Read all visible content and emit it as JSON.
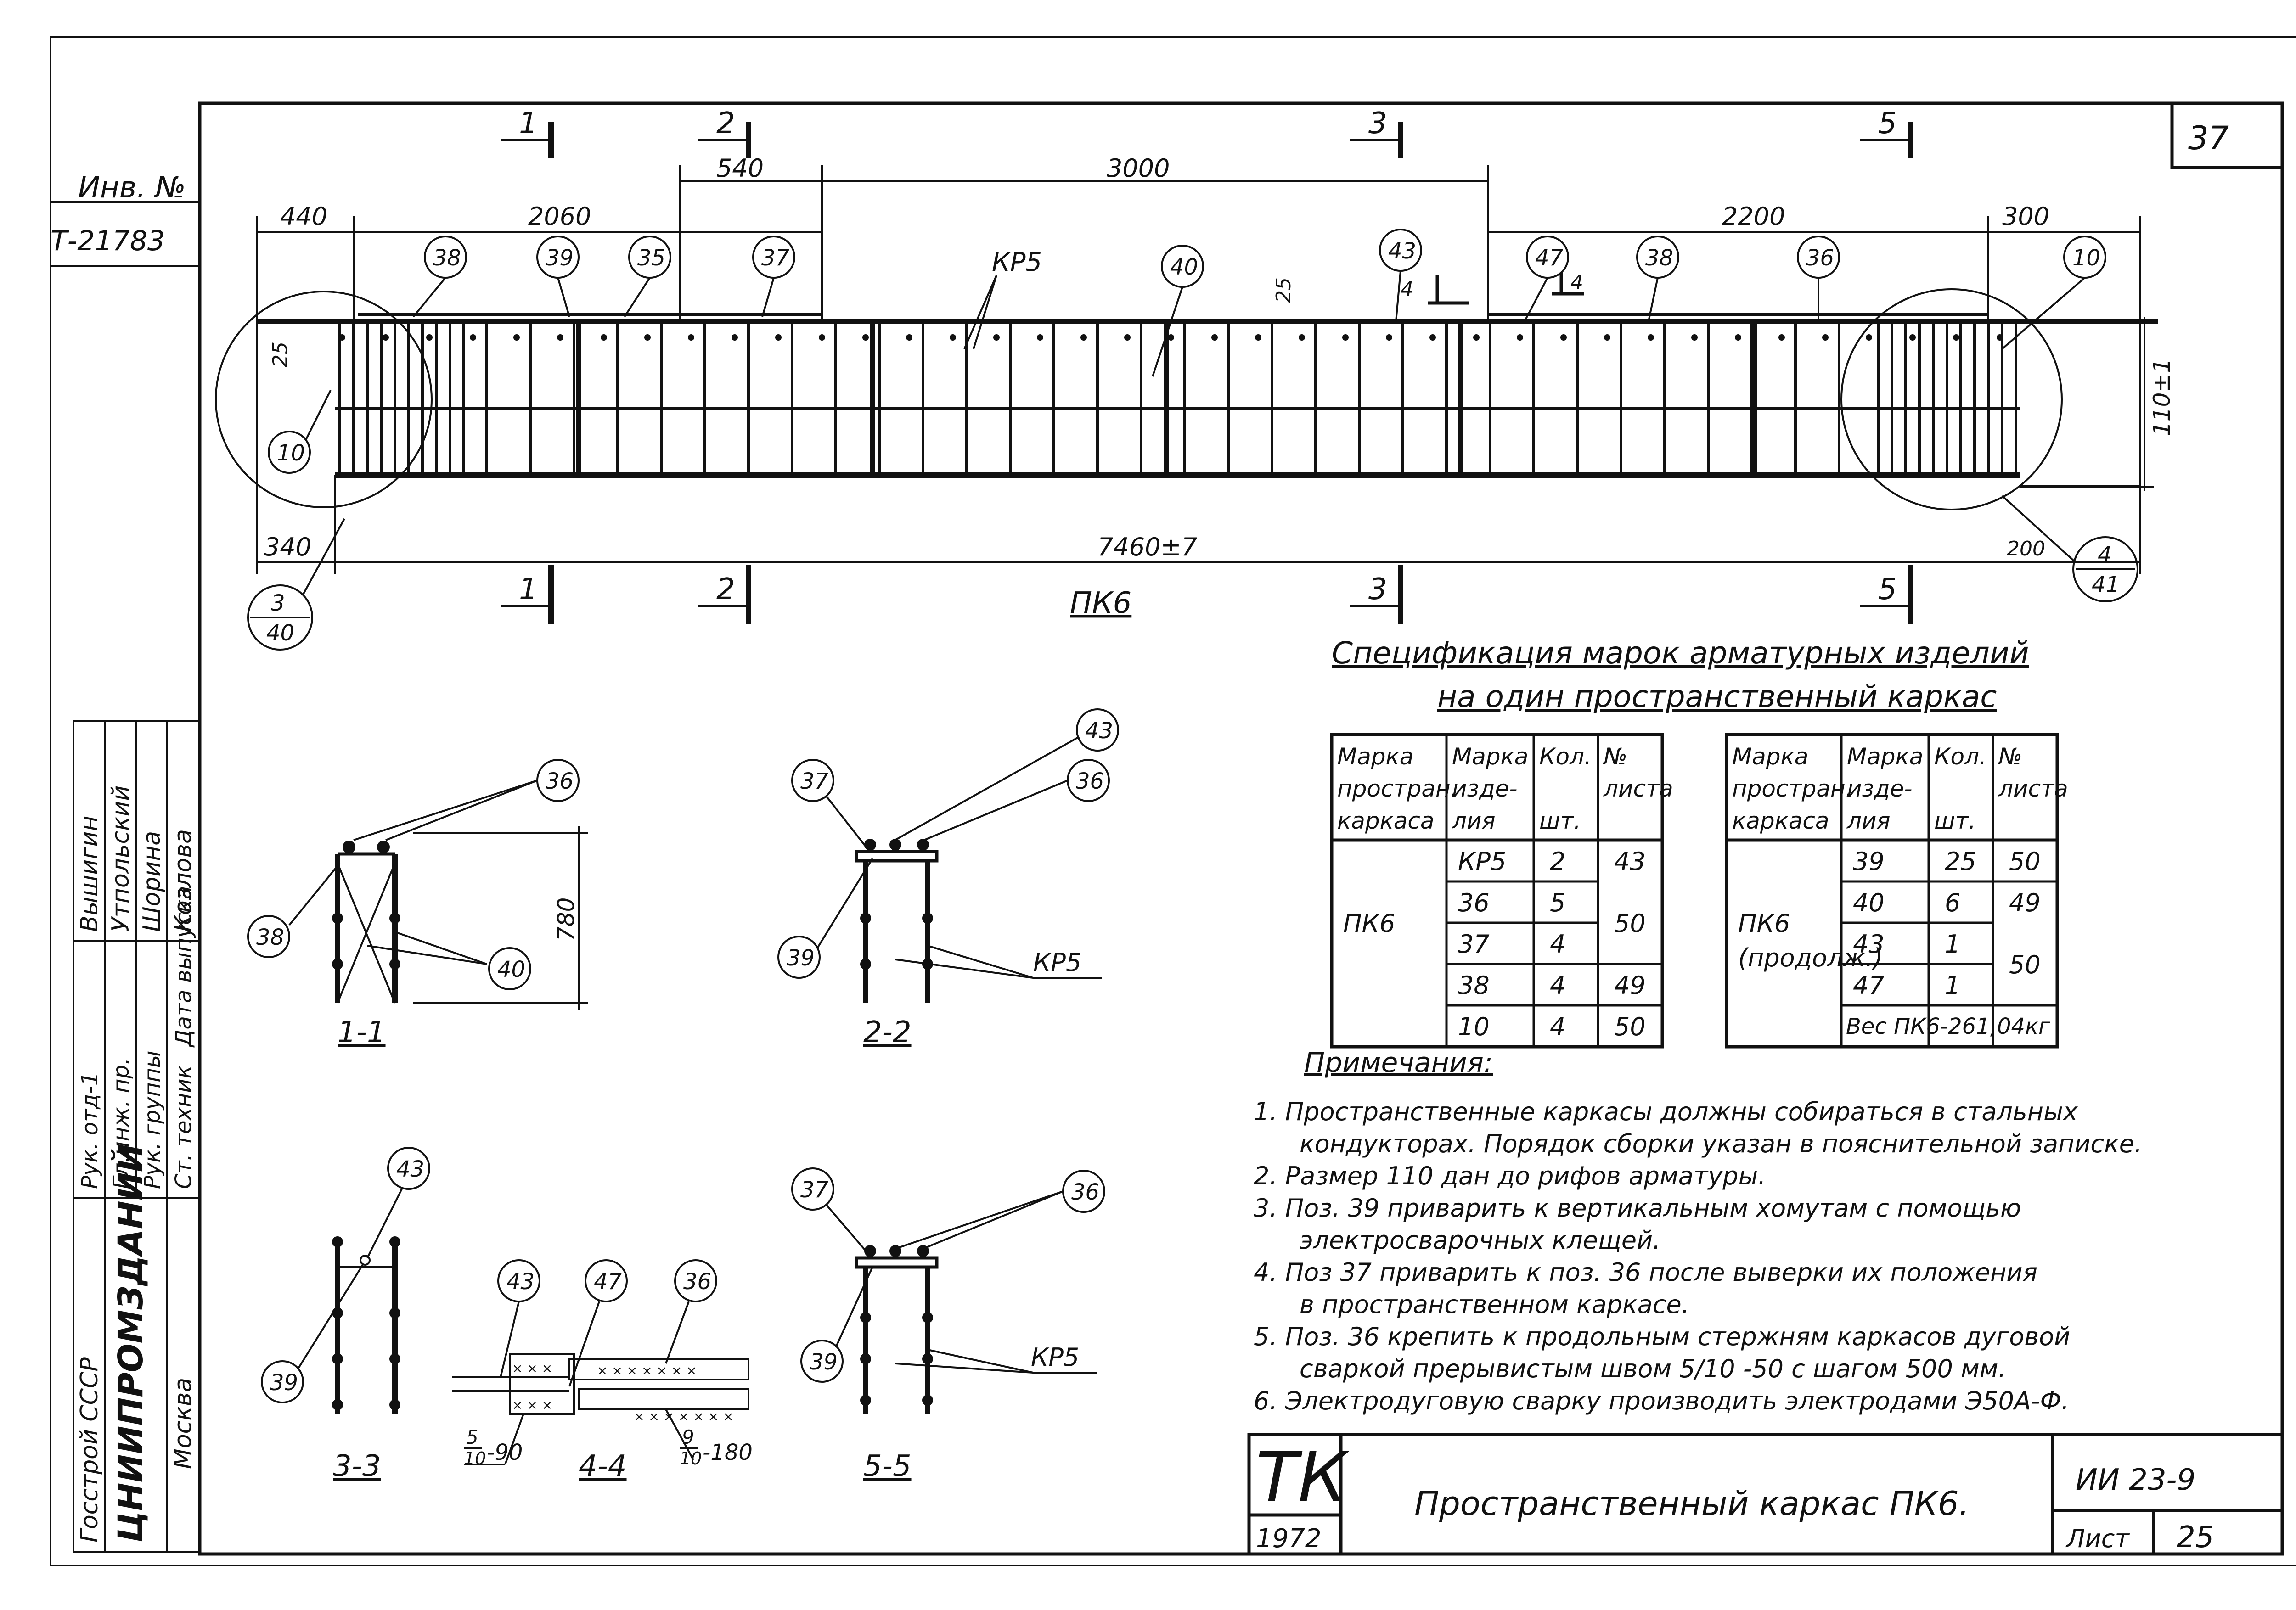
{
  "sheet_number": "37",
  "side_stamp": {
    "inv_label": "Инв. №",
    "inv_value": "Т-21783",
    "people": [
      "Вышигин",
      "Утпольский",
      "Шорина",
      "Козлова"
    ],
    "roles": [
      "Рук. отд-1",
      "Гл.инж. пр.",
      "Рук. группы",
      "Ст. техник",
      "Дата выпуска"
    ],
    "org": [
      "Госстрой СССР",
      "ЦНИИПРОМЗДАНИЙ",
      "Москва"
    ]
  },
  "elevation": {
    "dims_top": [
      "440",
      "2060",
      "540",
      "3000",
      "2200",
      "300"
    ],
    "dims_bottom": [
      "340",
      "7460±7",
      "200"
    ],
    "dim_side": "110±1",
    "dim_25_left": "25",
    "dim_25_mid": "25",
    "label": "ПК6",
    "kr_label": "КР5",
    "cut_marks": [
      "1",
      "2",
      "3",
      "5"
    ],
    "section_mark_4": "4",
    "callouts": [
      "38",
      "39",
      "35",
      "37",
      "40",
      "43",
      "47",
      "38",
      "36",
      "10",
      "10"
    ],
    "detail_left": {
      "top": "3",
      "bottom": "40"
    },
    "detail_right": {
      "top": "4",
      "bottom": "41"
    }
  },
  "sections": {
    "s11": {
      "title": "1-1",
      "callouts": [
        "36",
        "38",
        "40"
      ],
      "dim": "780"
    },
    "s22": {
      "title": "2-2",
      "callouts": [
        "37",
        "43",
        "36",
        "39"
      ],
      "kr": "КР5"
    },
    "s33": {
      "title": "3-3",
      "callouts": [
        "43",
        "39"
      ]
    },
    "s44": {
      "title": "4-4",
      "callouts": [
        "43",
        "47",
        "36"
      ],
      "weld1_num": "5",
      "weld1_den": "10",
      "weld1_len": "-90",
      "weld2_num": "9",
      "weld2_den": "10",
      "weld2_len": "-180"
    },
    "s55": {
      "title": "5-5",
      "callouts": [
        "37",
        "36",
        "39"
      ],
      "kr": "КР5"
    }
  },
  "spec": {
    "title_line1": "Спецификация марок арматурных изделий",
    "title_line2": "на один пространственный каркас",
    "headers": [
      [
        "Марка",
        "простран.",
        "каркаса"
      ],
      [
        "Марка",
        "изде-",
        "лия"
      ],
      [
        "Кол.",
        "",
        "шт."
      ],
      [
        "№",
        "листа",
        ""
      ]
    ],
    "left_rows": [
      {
        "item": "КР5",
        "qty": "2",
        "sheet": "43"
      },
      {
        "item": "36",
        "qty": "5",
        "sheet": ""
      },
      {
        "item": "37",
        "qty": "4",
        "sheet": "50"
      },
      {
        "item": "38",
        "qty": "4",
        "sheet": "49"
      },
      {
        "item": "10",
        "qty": "4",
        "sheet": "50"
      }
    ],
    "left_frame": "ПК6",
    "right_rows": [
      {
        "item": "39",
        "qty": "25",
        "sheet": "50"
      },
      {
        "item": "40",
        "qty": "6",
        "sheet": "49"
      },
      {
        "item": "43",
        "qty": "1",
        "sheet": ""
      },
      {
        "item": "47",
        "qty": "1",
        "sheet": "50"
      }
    ],
    "right_frame": [
      "ПК6",
      "(продолж.)"
    ],
    "weight": "Вес ПК6-261,04кг"
  },
  "notes": {
    "title": "Примечания:",
    "items": [
      "1. Пространственные каркасы должны собираться в стальных",
      "кондукторах. Порядок сборки указан в пояснительной записке.",
      "2. Размер 110 дан до рифов арматуры.",
      "3. Поз. 39 приварить к вертикальным хомутам с помощью",
      "электросварочных клещей.",
      "4. Поз 37 приварить к поз. 36 после выверки их положения",
      "в пространственном каркасе.",
      "5. Поз. 36 крепить к продольным стержням каркасов дуговой",
      "сваркой прерывистым швом 5/10 -50 с шагом 500 мм.",
      "6. Электродуговую сварку производить электродами Э50А-Ф."
    ]
  },
  "title_block": {
    "tk": "ТК",
    "year": "1972",
    "name": "Пространственный каркас ПК6.",
    "code": "ИИ 23-9",
    "list_label": "Лист",
    "list_value": "25"
  }
}
